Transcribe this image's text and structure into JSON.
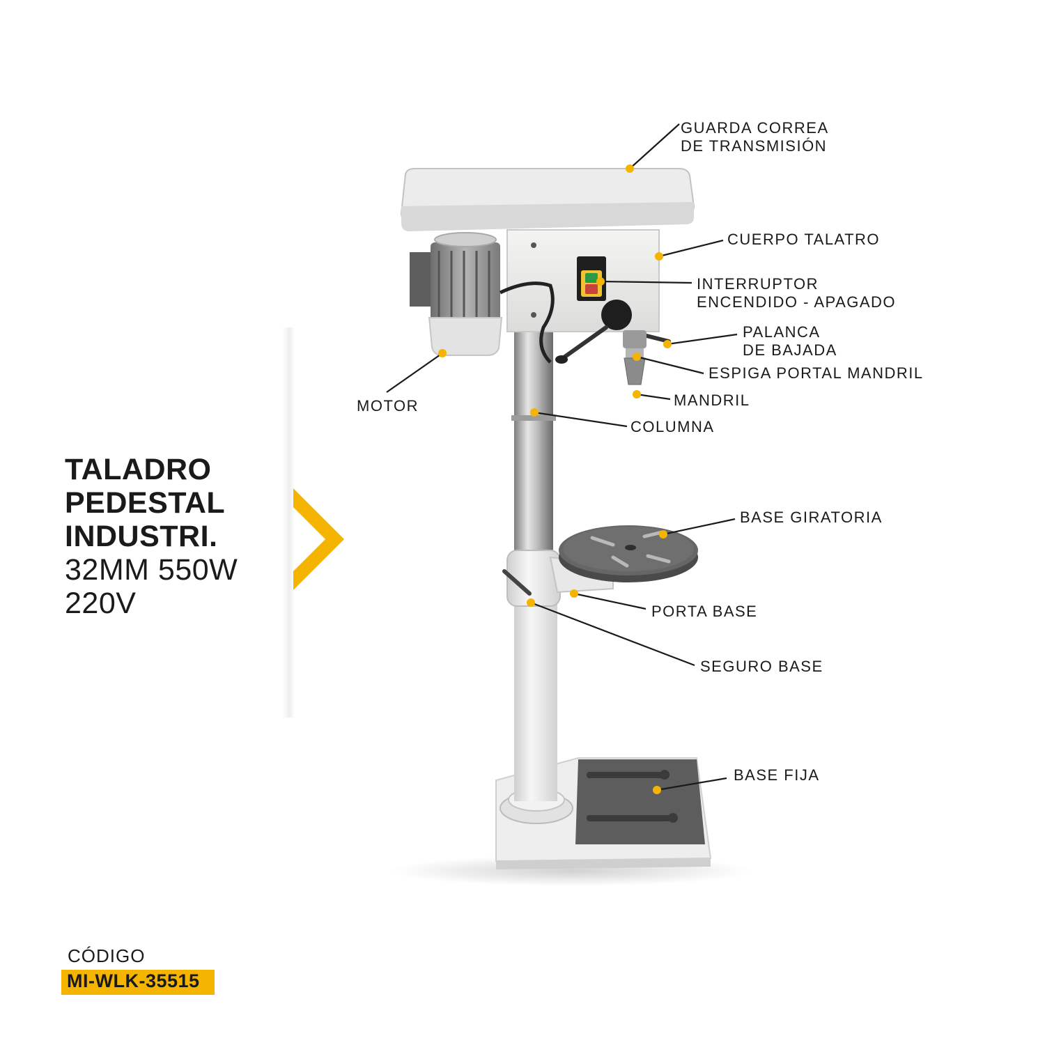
{
  "accent_color": "#F5B400",
  "title": {
    "line1": "TALADRO",
    "line2": "PEDESTAL",
    "line3": "INDUSTRI.",
    "line4": "32MM 550W",
    "line5": "220V"
  },
  "code": {
    "label": "CÓDIGO",
    "value": "MI-WLK-35515"
  },
  "labels": {
    "guarda_l1": "GUARDA CORREA",
    "guarda_l2": "DE TRANSMISIÓN",
    "cuerpo": "CUERPO TALATRO",
    "interruptor_l1": "INTERRUPTOR",
    "interruptor_l2": "ENCENDIDO - APAGADO",
    "palanca_l1": "PALANCA",
    "palanca_l2": "DE BAJADA",
    "espiga": "ESPIGA PORTAL MANDRIL",
    "mandril": "MANDRIL",
    "motor": "MOTOR",
    "columna": "COLUMNA",
    "base_giratoria": "BASE GIRATORIA",
    "porta_base": "PORTA BASE",
    "seguro_base": "SEGURO BASE",
    "base_fija": "BASE FIJA"
  }
}
